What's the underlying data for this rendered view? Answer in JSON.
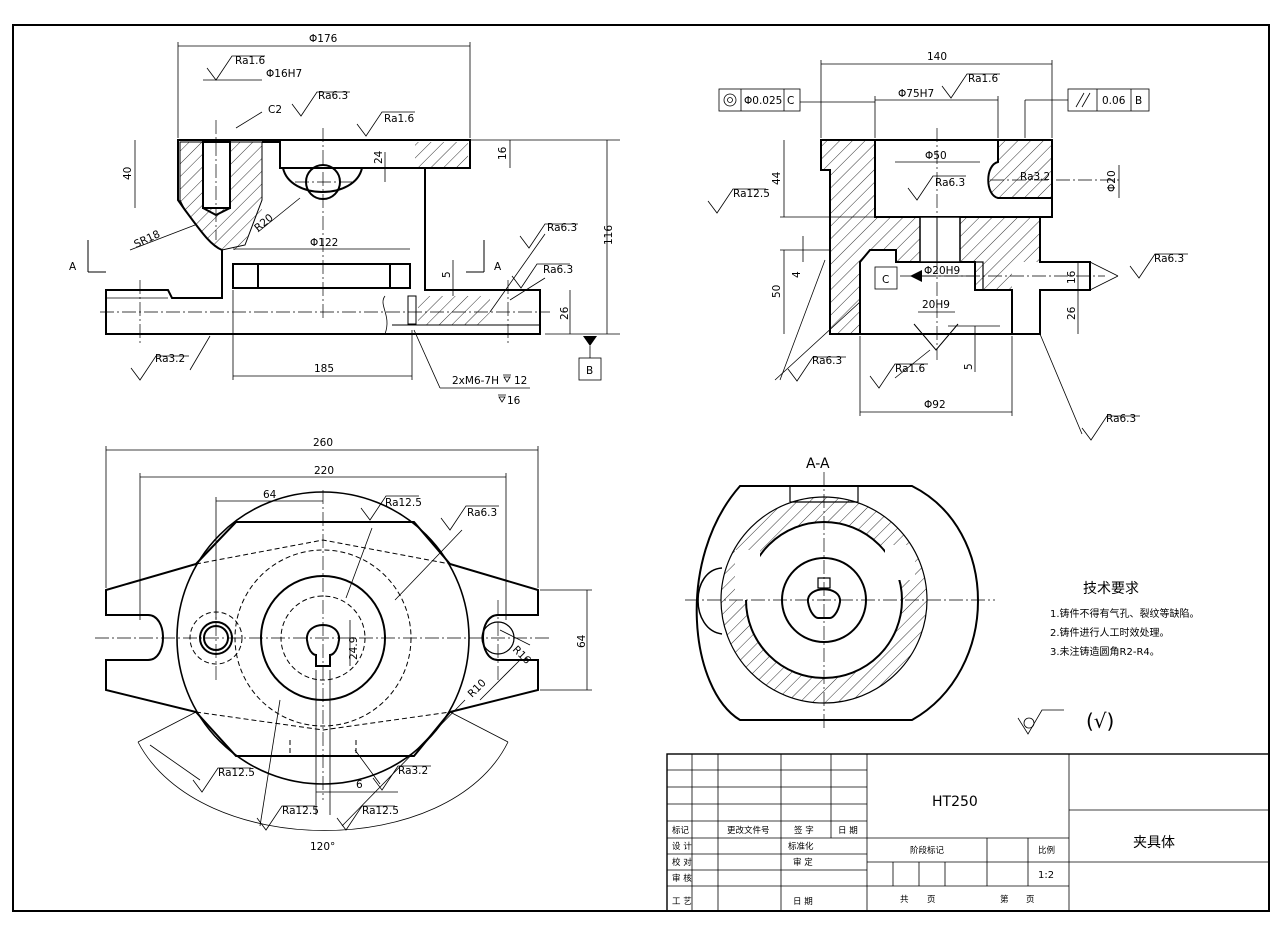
{
  "front_view": {
    "dims": {
      "d176": "Φ176",
      "ra16_a": "Ra1.6",
      "d16h7": "Φ16H7",
      "ra63_a": "Ra6.3",
      "c2": "C2",
      "ra16_b": "Ra1.6",
      "d40": "40",
      "d24": "24",
      "d16": "16",
      "sr18": "SR18",
      "r20": "R20",
      "d122": "Φ122",
      "d5": "5",
      "ra63_b": "Ra6.3",
      "ra63_c": "Ra6.3",
      "d116": "116",
      "d26": "26",
      "ra32": "Ra3.2",
      "d185": "185",
      "thread": "2xM6-7H",
      "depth12": "12",
      "depth16": "16"
    },
    "section_mark_left": "A",
    "section_mark_right": "A",
    "datum_b": "B"
  },
  "side_view": {
    "dims": {
      "d140": "140",
      "coax_tol": "Φ0.025",
      "coax_datum": "C",
      "d75h7": "Φ75H7",
      "ra16_top": "Ra1.6",
      "par_tol": "0.06",
      "par_datum": "B",
      "ra125": "Ra12.5",
      "d44": "44",
      "d50_dia": "Φ50",
      "ra63_in": "Ra6.3",
      "ra32": "Ra3.2",
      "d20": "Φ20",
      "d4": "4",
      "d50": "50",
      "datum_c": "C",
      "d20h9": "Φ20H9",
      "ra63_r": "Ra6.3",
      "d16": "16",
      "d26": "26",
      "w20h9": "20H9",
      "ra63_l": "Ra6.3",
      "ra16_b": "Ra1.6",
      "d5": "5",
      "d92": "Φ92",
      "ra63_br": "Ra6.3"
    }
  },
  "top_view": {
    "dims": {
      "d260": "260",
      "d220": "220",
      "d64": "64",
      "ra125_a": "Ra12.5",
      "ra63": "Ra6.3",
      "d249": "24.9",
      "r16": "R16",
      "r10": "R10",
      "d64_r": "64",
      "ra125_b": "Ra12.5",
      "ra32": "Ra3.2",
      "d6": "6",
      "ra125_c": "Ra12.5",
      "ra125_d": "Ra12.5",
      "angle": "120°"
    }
  },
  "section_view": {
    "title": "A-A"
  },
  "tech_requirements": {
    "title": "技术要求",
    "items": [
      "1.铸件不得有气孔、裂纹等缺陷。",
      "2.铸件进行人工时效处理。",
      "3.未注铸造圆角R2-R4。"
    ],
    "general_finish": "(√)"
  },
  "title_block": {
    "material": "HT250",
    "part_name": "夹具体",
    "labels": {
      "mark": "标记",
      "change_doc": "更改文件号",
      "signature": "签 字",
      "date": "日 期",
      "design": "设 计",
      "standardize": "标准化",
      "check": "校 对",
      "review": "审 定",
      "audit": "审 核",
      "process": "工 艺",
      "date2": "日 期",
      "stage_mark": "阶段标记",
      "scale": "比例",
      "scale_value": "1:2",
      "total": "共",
      "sheet": "页",
      "part_sheet": "第",
      "sheet2": "页"
    }
  }
}
